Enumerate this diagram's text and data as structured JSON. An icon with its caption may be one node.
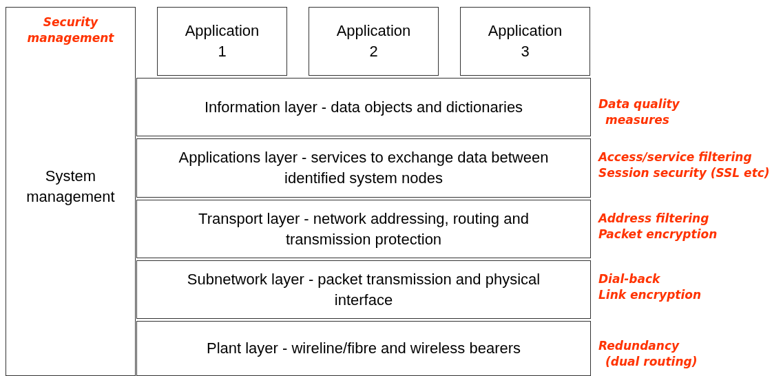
{
  "diagram": {
    "nodes": [
      {
        "text": [
          "Security management",
          "System management"
        ]
      },
      {
        "text": [
          "Application 1"
        ]
      },
      {
        "text": [
          "Application 2"
        ]
      },
      {
        "text": [
          "Application 3"
        ]
      },
      {
        "text": [
          "Information layer - data objects and dictionaries"
        ],
        "beside": [
          "Data quality measures"
        ]
      },
      {
        "text": [
          "Applications layer - services to exchange data between identified system nodes"
        ],
        "beside": [
          "Access/service filtering",
          "Session security (SSL etc)"
        ]
      },
      {
        "text": [
          "Transport layer - network addressing, routing and transmission protection"
        ],
        "beside": [
          "Address filtering",
          "Packet encryption"
        ]
      },
      {
        "text": [
          "Subnetwork layer - packet transmission and physical interface"
        ],
        "beside": [
          "Dial-back",
          "Link encryption"
        ]
      },
      {
        "text": [
          "Plant layer - wireline/fibre and wireless bearers"
        ],
        "beside": [
          "Redundancy (dual routing)"
        ]
      }
    ]
  }
}
